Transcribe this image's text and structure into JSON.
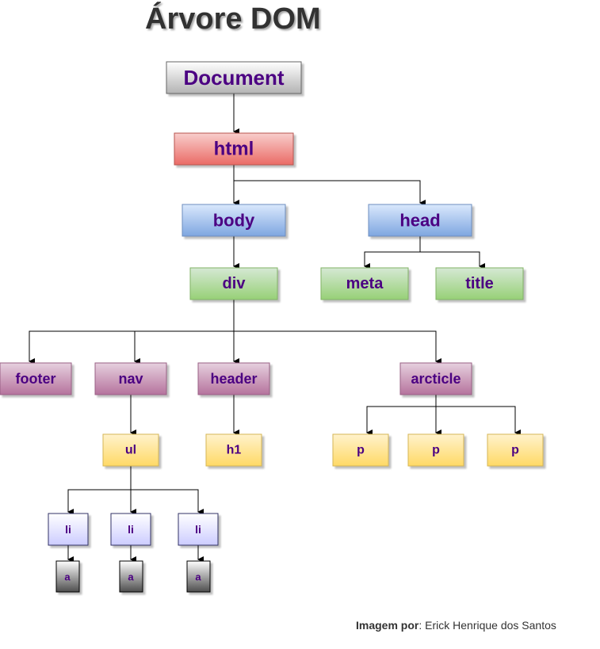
{
  "title": "Árvore DOM",
  "credit": {
    "label": "Imagem por",
    "separator": ":",
    "author": " Erick Henrique dos Santos"
  },
  "nodes": {
    "document": "Document",
    "html": "html",
    "body": "body",
    "head": "head",
    "div": "div",
    "meta": "meta",
    "title": "title",
    "footer": "footer",
    "nav": "nav",
    "header": "header",
    "arcticle": "arcticle",
    "ul": "ul",
    "h1": "h1",
    "p1": "p",
    "p2": "p",
    "p3": "p",
    "li1": "li",
    "li2": "li",
    "li3": "li",
    "a1": "a",
    "a2": "a",
    "a3": "a"
  },
  "colors": {
    "document": "#d9d9d9",
    "html": "#ea6b66",
    "body": "#7ea6e0",
    "div": "#97d077",
    "semantic": "#b5739d",
    "list": "#ffd966",
    "item": "#ccccff",
    "anchor": "#4d4d4d",
    "label": "#4b0082"
  }
}
